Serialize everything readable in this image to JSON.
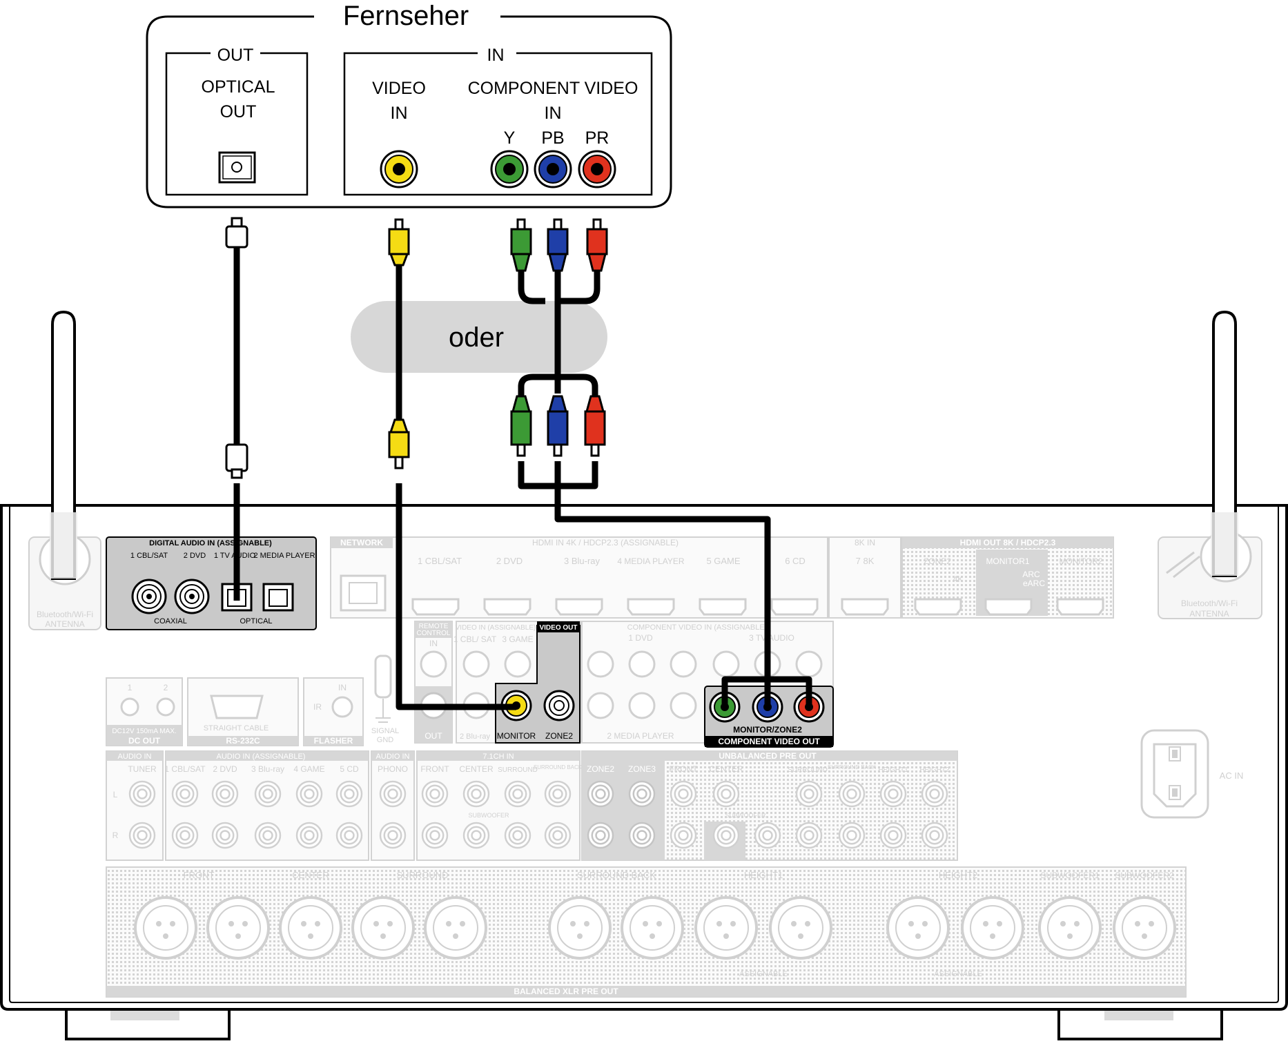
{
  "tv": {
    "title": "Fernseher",
    "out_group": "OUT",
    "optical_line1": "OPTICAL",
    "optical_line2": "OUT",
    "in_group": "IN",
    "video_in_line1": "VIDEO",
    "video_in_line2": "IN",
    "component_line1": "COMPONENT VIDEO",
    "component_line2": "IN",
    "y": "Y",
    "pb": "PB",
    "pr": "PR"
  },
  "or_label": "oder",
  "colors": {
    "yellow": "#f5dc14",
    "green": "#3c9a35",
    "blue": "#1f3fa8",
    "red": "#e0321e",
    "panel": "#c9c9c9",
    "faint": "#d0d0d0"
  },
  "receiver": {
    "digital_audio_in": "DIGITAL AUDIO IN (ASSIGNABLE)",
    "digital_inputs": [
      "1 CBL/SAT",
      "2 DVD",
      "1 TV AUDIO",
      "2 MEDIA PLAYER"
    ],
    "coaxial": "COAXIAL",
    "optical": "OPTICAL",
    "antenna_left": [
      "Bluetooth/Wi-Fi",
      "ANTENNA"
    ],
    "antenna_right": [
      "Bluetooth/Wi-Fi",
      "ANTENNA"
    ],
    "network": "NETWORK",
    "hdmi_in": "HDMI IN   4K / HDCP2.3  (ASSIGNABLE)",
    "hdmi_inputs": [
      "1 CBL/SAT",
      "2 DVD",
      "3 Blu-ray",
      "4 MEDIA PLAYER",
      "5 GAME",
      "6 CD"
    ],
    "hdmi_8k_in": "8K IN",
    "hdmi_8k_input": "7 8K",
    "hdmi_out": "HDMI OUT   8K / HDCP2.3",
    "hdmi_outputs": [
      "ZONE2",
      "MONITOR1",
      "MONITOR2"
    ],
    "hdmi_zone2_sub": "4K",
    "hdmi_monitor1_sub": [
      "ARC",
      "eARC"
    ],
    "remote_control": [
      "REMOTE",
      "CONTROL"
    ],
    "remote_in": "IN",
    "remote_out": "OUT",
    "video_in": "VIDEO IN (ASSIGNABLE)",
    "video_inputs": [
      "1 CBL/ SAT",
      "3 GAME",
      "2 Blu-ray"
    ],
    "video_out": "VIDEO OUT",
    "video_out_monitor": "MONITOR",
    "video_out_zone2": "ZONE2",
    "component_in": "COMPONENT VIDEO IN (ASSIGNABLE)",
    "component_inputs": [
      "1 DVD",
      "3 TV AUDIO",
      "2 MEDIA PLAYER"
    ],
    "component_out_label": "MONITOR/ZONE2",
    "component_out": "COMPONENT VIDEO OUT",
    "dc_out": "DC OUT",
    "dc_out_spec": "DC12V 150mA MAX.",
    "dc_out_ports": [
      "1",
      "2"
    ],
    "rs232c": "RS-232C",
    "straight_cable": "STRAIGHT CABLE",
    "flasher": "FLASHER",
    "ir": "IR",
    "flasher_in": "IN",
    "signal_gnd": [
      "SIGNAL",
      "GND"
    ],
    "audio_in": "AUDIO IN",
    "tuner": "TUNER",
    "audio_in_assignable": "AUDIO IN (ASSIGNABLE)",
    "audio_inputs": [
      "1 CBL/SAT",
      "2 DVD",
      "3 Blu-ray",
      "4 GAME",
      "5 CD"
    ],
    "phono": "PHONO",
    "ch_in": "7.1CH IN",
    "ch_inputs": [
      "FRONT",
      "CENTER",
      "SURROUND",
      "SURROUND BACK"
    ],
    "subwoofer": "SUBWOOFER",
    "unbalanced_pre_out": "UNBALANCED PRE OUT",
    "pre_outs": [
      "ZONE2",
      "ZONE3",
      "FRONT",
      "CENTER",
      "SURROUND",
      "SURROUND BACK",
      "HEIGHT1",
      "HEIGHT2"
    ],
    "subwoofer_out": "SUBWOOFER",
    "lr": [
      "L",
      "R"
    ],
    "xlr_groups": [
      "FRONT",
      "CENTER",
      "SURROUND",
      "SURROUND BACK",
      "HEIGHT1",
      "HEIGHT2",
      "SUBWOOFER1",
      "SUBWOOFER2"
    ],
    "assignable": "ASSIGNABLE",
    "balanced_xlr": "BALANCED XLR PRE OUT",
    "ac_in": "AC IN"
  }
}
